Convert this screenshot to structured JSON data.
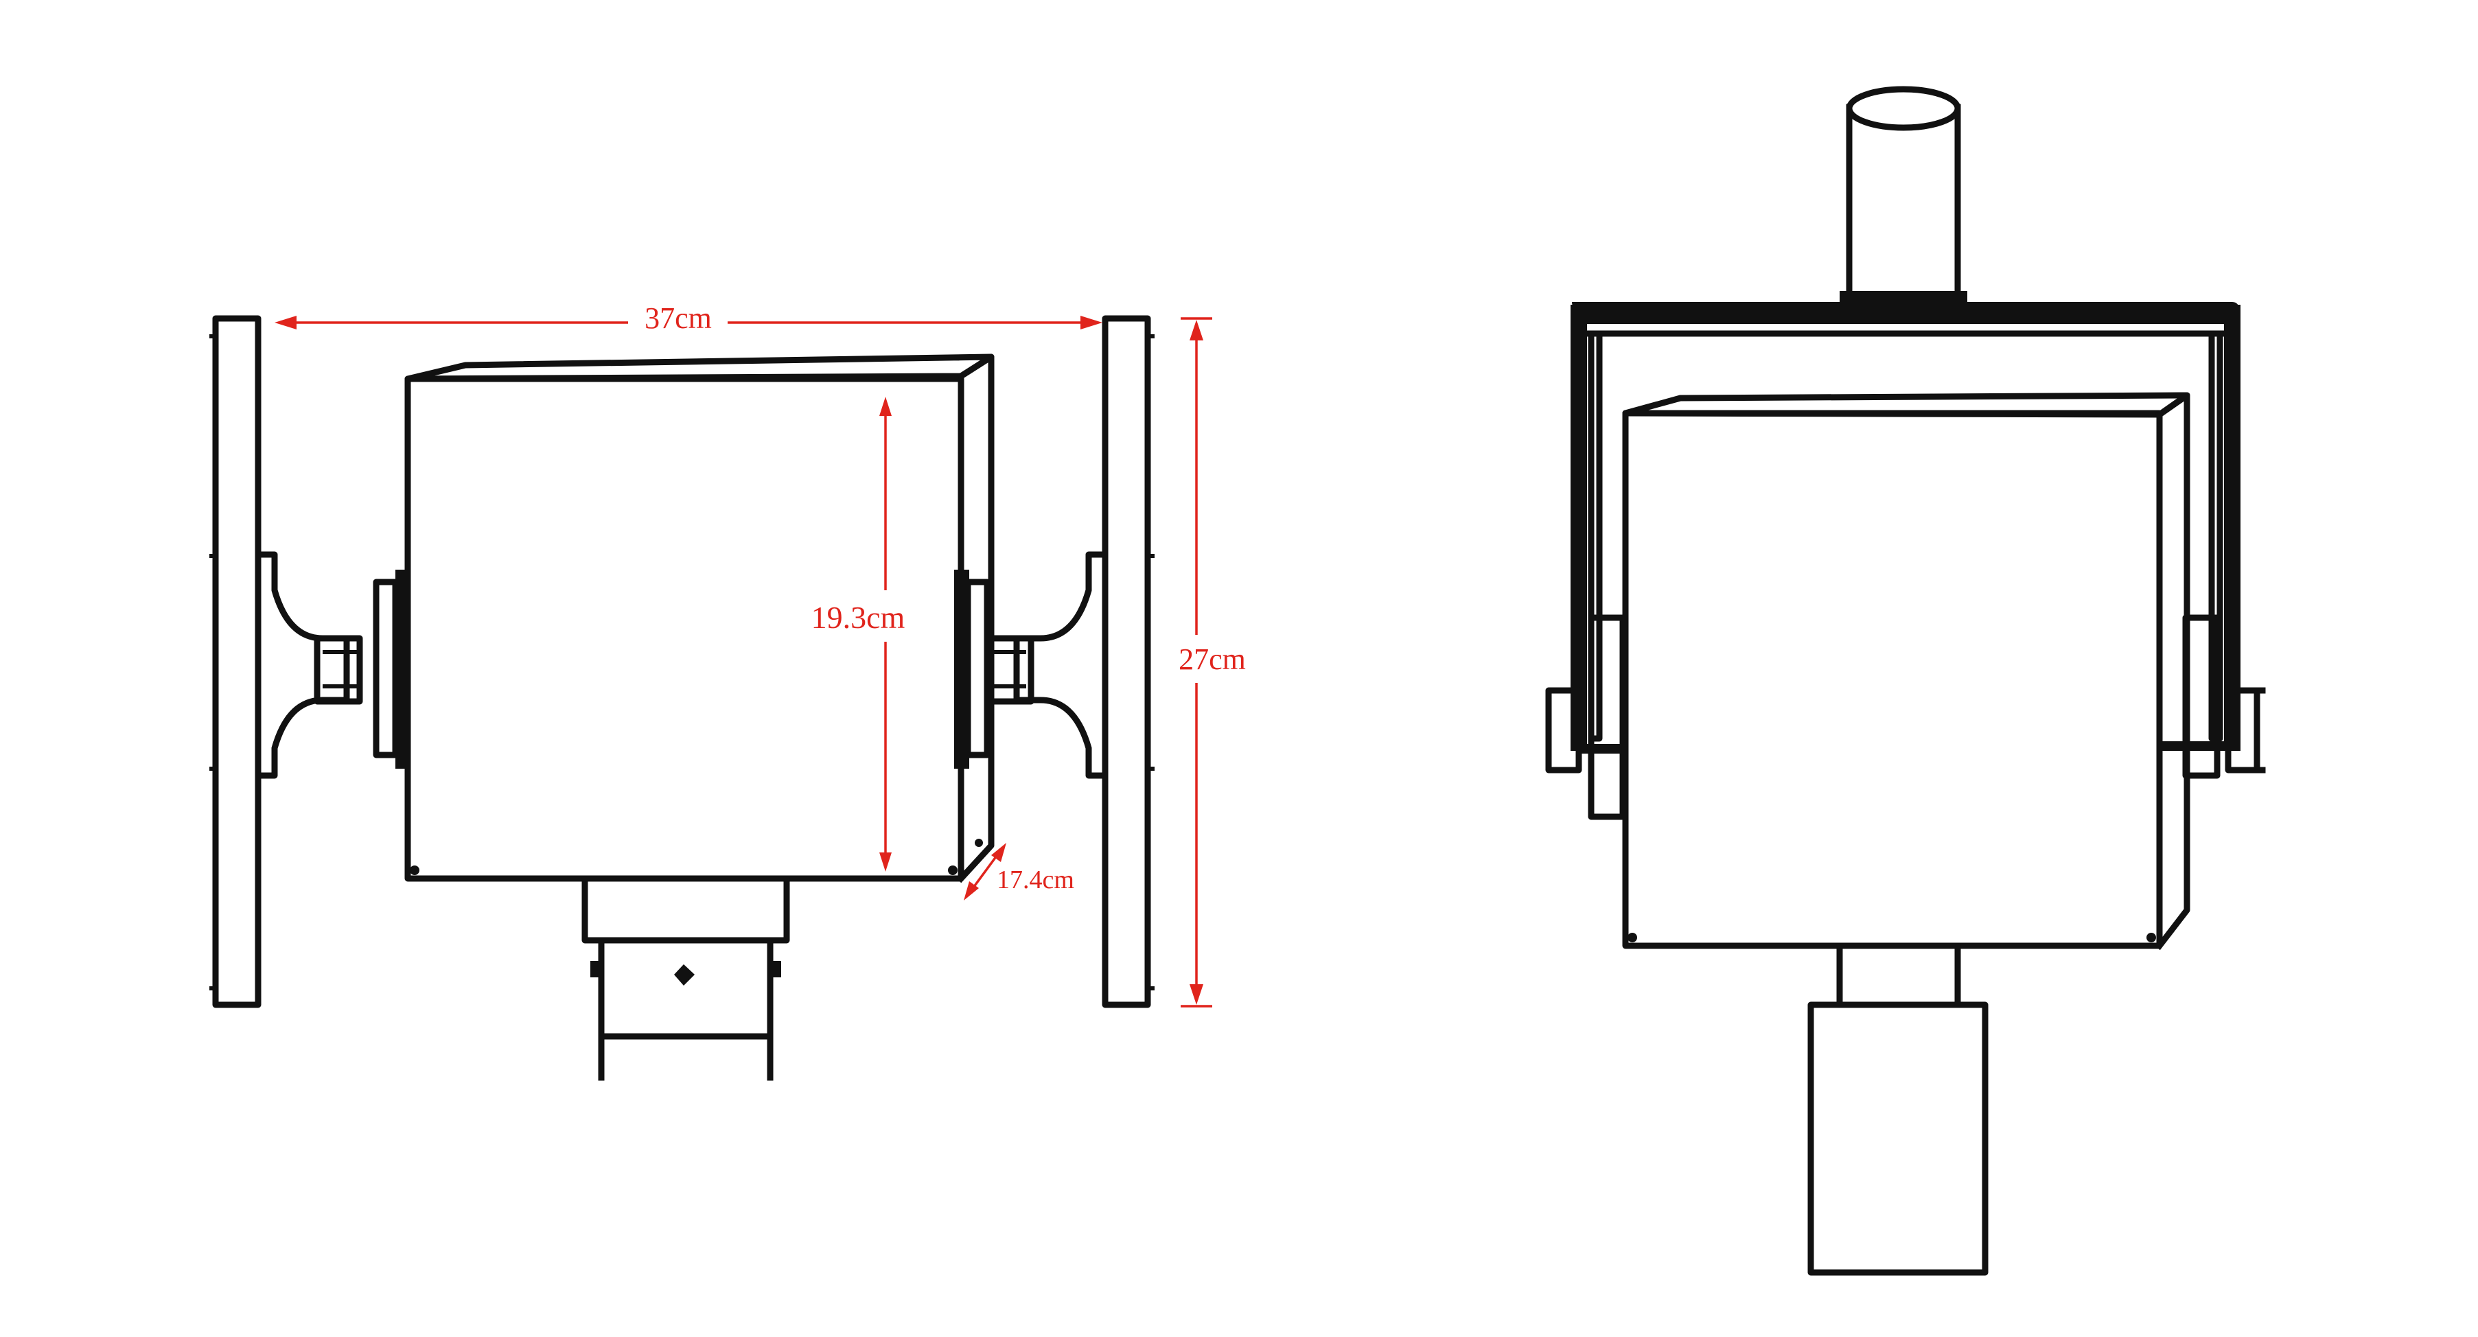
{
  "dimensions": {
    "width": "37cm",
    "height": "27cm",
    "box_height": "19.3cm",
    "depth": "17.4cm"
  },
  "colors": {
    "line": "#111111",
    "dimension": "#e0241c",
    "background": "#ffffff"
  }
}
